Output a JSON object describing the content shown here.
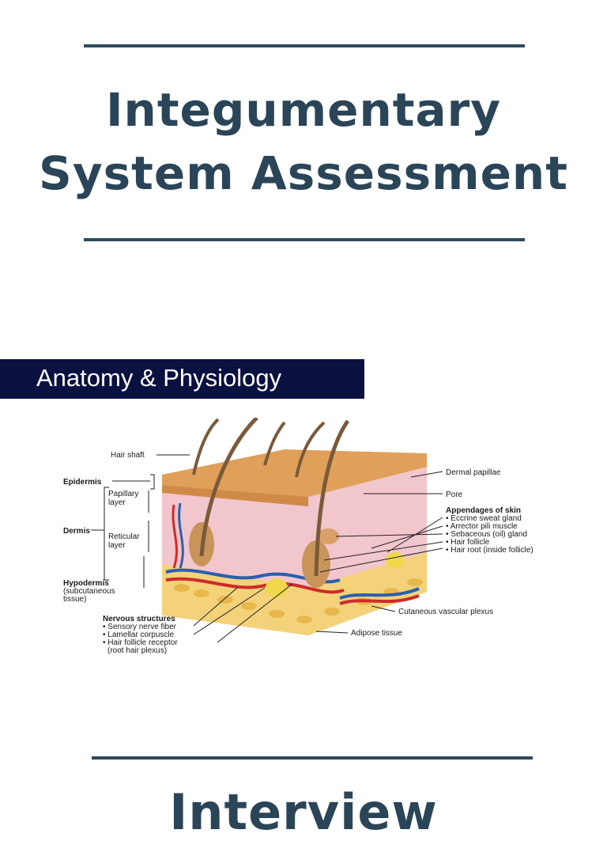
{
  "title": {
    "line1": "Integumentary",
    "line2": "System Assessment"
  },
  "section_banner": "Anatomy & Physiology",
  "diagram": {
    "left_labels": {
      "hair_shaft": "Hair shaft",
      "epidermis": "Epidermis",
      "papillary_1": "Papillary",
      "papillary_2": "layer",
      "dermis": "Dermis",
      "reticular_1": "Reticular",
      "reticular_2": "layer",
      "hypodermis_1": "Hypodermis",
      "hypodermis_2": "(subcutaneous",
      "hypodermis_3": "tissue)"
    },
    "nervous": {
      "heading": "Nervous structures",
      "items": [
        "• Sensory nerve fiber",
        "• Lamellar corpuscle",
        "• Hair follicle receptor",
        "(root hair plexus)"
      ]
    },
    "right_labels": {
      "dermal_papillae": "Dermal papillae",
      "pore": "Pore",
      "appendages_heading": "Appendages of skin",
      "appendages": [
        "• Eccrine sweat gland",
        "• Arrector pili muscle",
        "• Sebaceous (oil) gland",
        "• Hair follicle",
        "• Hair root (inside follicle)"
      ],
      "vascular": "Cutaneous vascular plexus",
      "adipose": "Adipose tissue"
    }
  },
  "next_heading": "Interview",
  "colors": {
    "title": "#2b4558",
    "rule": "#2f4a5e",
    "banner": "#0a1140"
  }
}
